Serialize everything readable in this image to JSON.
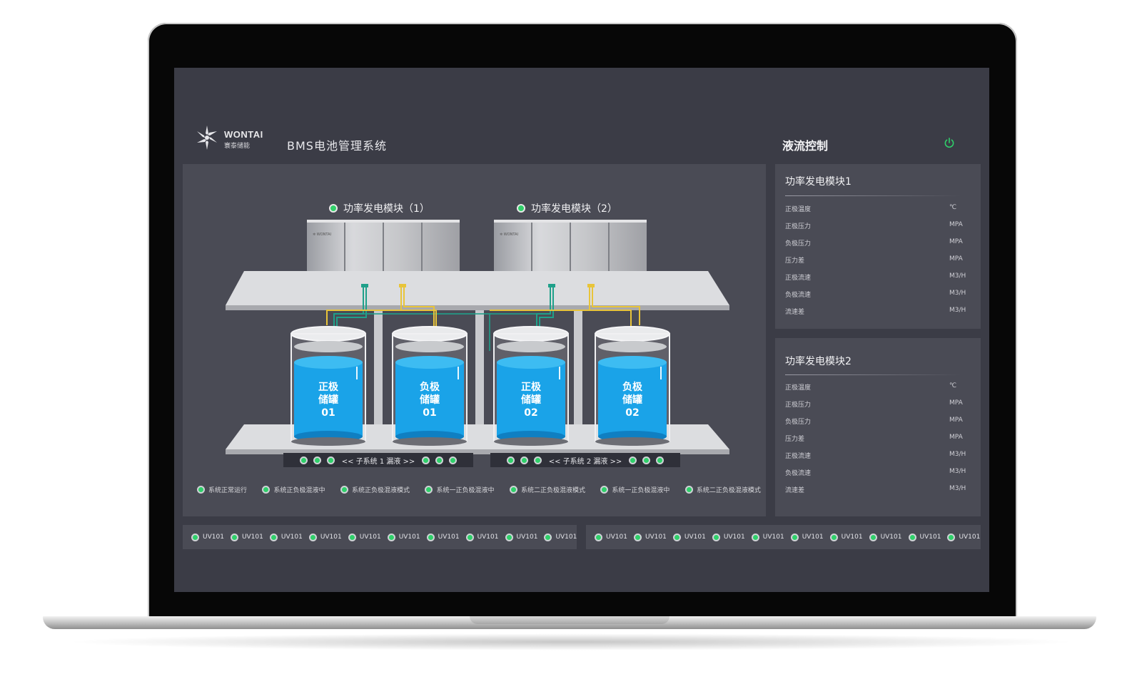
{
  "header": {
    "brand_en": "WONTAI",
    "brand_cn": "寰泰储能",
    "app_title": "BMS电池管理系统",
    "flow_control_title": "液流控制"
  },
  "main": {
    "module_1_label": "功率发电模块（1）",
    "module_2_label": "功率发电模块（2）",
    "tanks": [
      {
        "line1": "正极",
        "line2": "储罐",
        "line3": "01"
      },
      {
        "line1": "负极",
        "line2": "储罐",
        "line3": "01"
      },
      {
        "line1": "正极",
        "line2": "储罐",
        "line3": "02"
      },
      {
        "line1": "负极",
        "line2": "储罐",
        "line3": "02"
      }
    ],
    "subsystem_1_label": "<< 子系统 1 漏液 >>",
    "subsystem_2_label": "<< 子系统 2 漏液 >>",
    "status_items": [
      "系统正常运行",
      "系统正负极混液中",
      "系统正负极混液模式",
      "系统一正负极混液中",
      "系统二正负极混液模式",
      "系统一正负极混液中",
      "系统二正负极混液模式"
    ]
  },
  "modules": [
    {
      "title": "功率发电模块1",
      "params": [
        {
          "name": "正极温度",
          "unit": "℃"
        },
        {
          "name": "正极压力",
          "unit": "MPA"
        },
        {
          "name": "负极压力",
          "unit": "MPA"
        },
        {
          "name": "压力差",
          "unit": "MPA"
        },
        {
          "name": "正极流速",
          "unit": "M3/H"
        },
        {
          "name": "负极流速",
          "unit": "M3/H"
        },
        {
          "name": "流速差",
          "unit": "M3/H"
        }
      ]
    },
    {
      "title": "功率发电模块2",
      "params": [
        {
          "name": "正极温度",
          "unit": "℃"
        },
        {
          "name": "正极压力",
          "unit": "MPA"
        },
        {
          "name": "负极压力",
          "unit": "MPA"
        },
        {
          "name": "压力差",
          "unit": "MPA"
        },
        {
          "name": "正极流速",
          "unit": "M3/H"
        },
        {
          "name": "负极流速",
          "unit": "M3/H"
        },
        {
          "name": "流速差",
          "unit": "M3/H"
        }
      ]
    }
  ],
  "uv_left": [
    "UV101",
    "UV101",
    "UV101",
    "UV101",
    "UV101",
    "UV101",
    "UV101",
    "UV101",
    "UV101",
    "UV101"
  ],
  "uv_right": [
    "UV101",
    "UV101",
    "UV101",
    "UV101",
    "UV101",
    "UV101",
    "UV101",
    "UV101",
    "UV101",
    "UV101"
  ],
  "colors": {
    "screen_bg": "#3b3c46",
    "panel_bg": "#4a4b55",
    "status_green": "#2fd06a",
    "tank_blue": "#1aa3e8",
    "pipe_yellow": "#e8c43a",
    "pipe_teal": "#1fa08a",
    "power_icon_green": "#2fd06a"
  }
}
